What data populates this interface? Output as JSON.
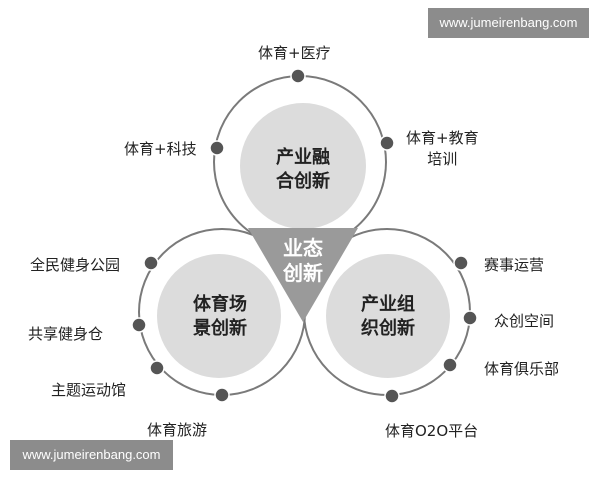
{
  "watermark_top": "www.jumeirenbang.com",
  "watermark_bottom": "www.jumeirenbang.com",
  "colors": {
    "ring": "#7a7a7a",
    "fill": "#dcdcdc",
    "node": "#555555",
    "center": "#9a9a9a"
  },
  "center": {
    "line1": "业态",
    "line2": "创新"
  },
  "circles": {
    "top": {
      "line1": "产业融",
      "line2": "合创新",
      "nodes": [
        {
          "label": "体育+医疗"
        },
        {
          "label": "体育+教育",
          "label2": "培训"
        },
        {
          "label": "体育+科技"
        }
      ]
    },
    "left": {
      "line1": "体育场",
      "line2": "景创新",
      "nodes": [
        {
          "label": "全民健身公园"
        },
        {
          "label": "共享健身仓"
        },
        {
          "label": "主题运动馆"
        },
        {
          "label": "体育旅游"
        }
      ]
    },
    "right": {
      "line1": "产业组",
      "line2": "织创新",
      "nodes": [
        {
          "label": "赛事运营"
        },
        {
          "label": "众创空间"
        },
        {
          "label": "体育俱乐部"
        },
        {
          "label": "体育O2O平台"
        }
      ]
    }
  }
}
